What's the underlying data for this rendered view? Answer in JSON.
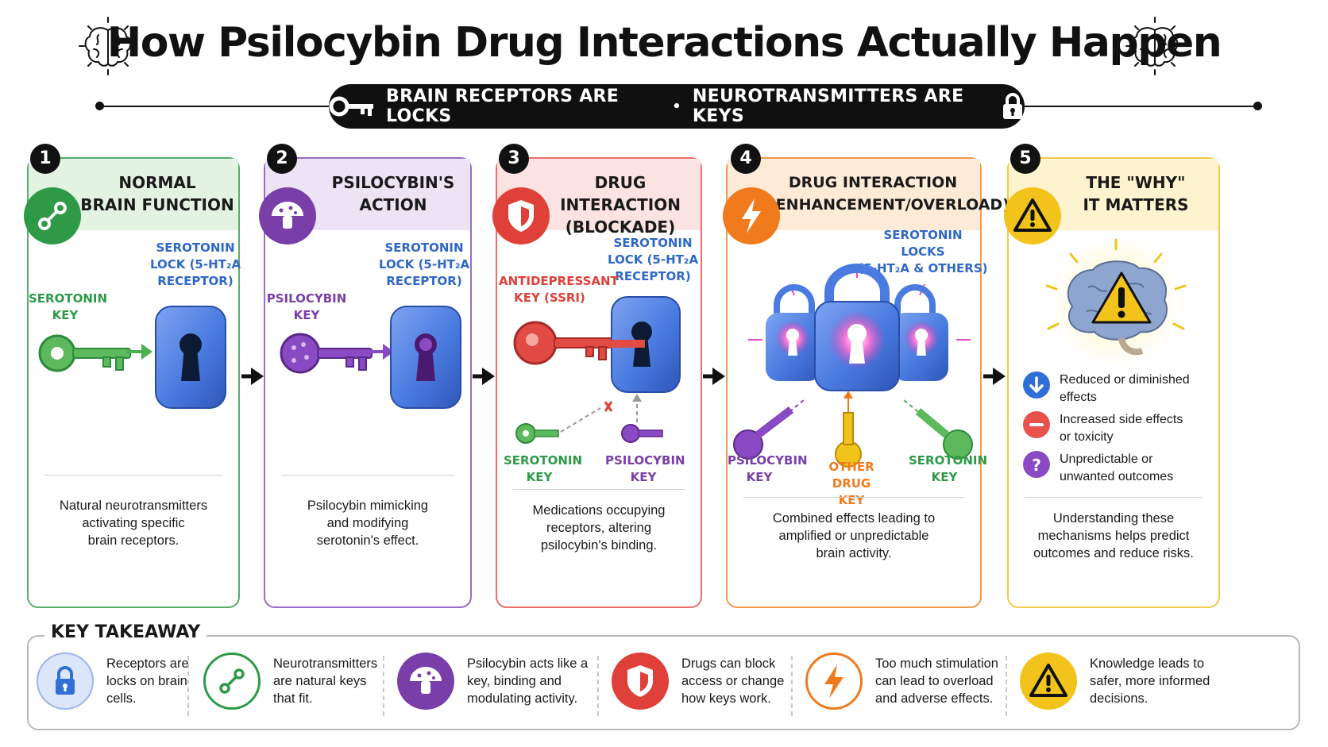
{
  "title": "How Psilocybin Drug Interactions Actually Happen",
  "banner": {
    "left": "BRAIN RECEPTORS ARE LOCKS",
    "separator": "•",
    "right": "NEUROTRANSMITTERS ARE KEYS"
  },
  "colors": {
    "green": "#2e9a47",
    "purple": "#7a3ea8",
    "red": "#e0403a",
    "orange": "#f07a1c",
    "yellow": "#f2c41b",
    "lock_blue": "#4a7be0"
  },
  "panels": [
    {
      "number": "1",
      "title_line1": "NORMAL",
      "title_line2": "BRAIN FUNCTION",
      "icon": "link-icon",
      "lock_label": [
        "SEROTONIN",
        "LOCK (5-HT₂A",
        "RECEPTOR)"
      ],
      "key_label": [
        "SEROTONIN",
        "KEY"
      ],
      "description": [
        "Natural neurotransmitters",
        "activating specific",
        "brain receptors."
      ]
    },
    {
      "number": "2",
      "title_line1": "PSILOCYBIN'S",
      "title_line2": "ACTION",
      "icon": "mushroom-icon",
      "lock_label": [
        "SEROTONIN",
        "LOCK (5-HT₂A",
        "RECEPTOR)"
      ],
      "key_label": [
        "PSILOCYBIN",
        "KEY"
      ],
      "description": [
        "Psilocybin mimicking",
        "and modifying",
        "serotonin's effect."
      ]
    },
    {
      "number": "3",
      "title_line1": "DRUG INTERACTION",
      "title_line2": "(BLOCKADE)",
      "icon": "shield-icon",
      "lock_label": [
        "SEROTONIN",
        "LOCK (5-HT₂A",
        "RECEPTOR)"
      ],
      "key_label": [
        "ANTIDEPRESSANT",
        "KEY (SSRI)"
      ],
      "small_keys": [
        [
          "SEROTONIN",
          "KEY"
        ],
        [
          "PSILOCYBIN",
          "KEY"
        ]
      ],
      "description": [
        "Medications occupying",
        "receptors, altering",
        "psilocybin's binding."
      ]
    },
    {
      "number": "4",
      "title_line1": "DRUG INTERACTION",
      "title_line2": "(ENHANCEMENT/OVERLOAD)",
      "icon": "lightning-icon",
      "lock_label": [
        "SEROTONIN",
        "LOCKS",
        "(5-HT₂A & OTHERS)"
      ],
      "keys": [
        [
          "PSILOCYBIN",
          "KEY"
        ],
        [
          "OTHER DRUG",
          "KEY"
        ],
        [
          "SEROTONIN",
          "KEY"
        ]
      ],
      "description": [
        "Combined effects leading to",
        "amplified or unpredictable",
        "brain activity."
      ]
    },
    {
      "number": "5",
      "title_line1": "THE \"WHY\"",
      "title_line2": "IT MATTERS",
      "icon": "warning-icon",
      "legend": [
        {
          "icon": "arrow-down-icon",
          "text": [
            "Reduced or diminished",
            "effects"
          ]
        },
        {
          "icon": "minus-icon",
          "text": [
            "Increased side effects",
            "or toxicity"
          ]
        },
        {
          "icon": "question-icon",
          "text": [
            "Unpredictable or",
            "unwanted outcomes"
          ]
        }
      ],
      "description": [
        "Understanding these",
        "mechanisms helps predict",
        "outcomes and reduce risks."
      ]
    }
  ],
  "takeaway": {
    "label": "KEY TAKEAWAY",
    "items": [
      {
        "icon": "lock-icon",
        "text": [
          "Receptors are",
          "locks on brain",
          "cells."
        ]
      },
      {
        "icon": "link-icon",
        "text": [
          "Neurotransmitters",
          "are natural keys",
          "that fit."
        ]
      },
      {
        "icon": "mushroom-icon",
        "text": [
          "Psilocybin acts like a",
          "key, binding and",
          "modulating activity."
        ]
      },
      {
        "icon": "shield-icon",
        "text": [
          "Drugs can block",
          "access or change",
          "how keys work."
        ]
      },
      {
        "icon": "lightning-icon",
        "text": [
          "Too much stimulation",
          "can lead to overload",
          "and adverse effects."
        ]
      },
      {
        "icon": "warning-icon",
        "text": [
          "Knowledge leads to",
          "safer, more informed",
          "decisions."
        ]
      }
    ]
  }
}
